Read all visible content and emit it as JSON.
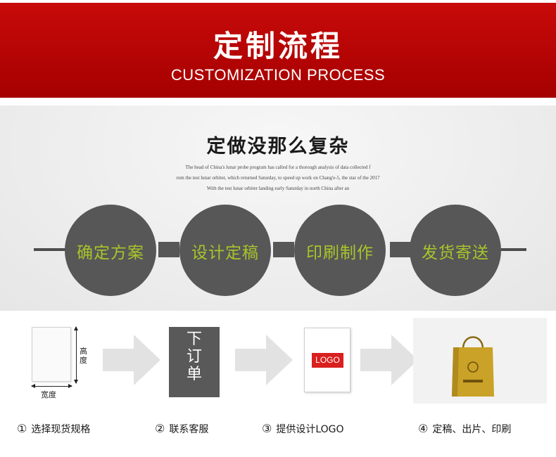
{
  "header": {
    "title": "定制流程",
    "subtitle": "CUSTOMIZATION PROCESS"
  },
  "intro": {
    "heading": "定做没那么复杂",
    "blurb_lines": [
      "The head of China's lunar probe program has called for a thorough analysis of data collected f",
      "rom the test lunar orbiter, which returned Saturday, to speed up work on Chang'e-5, the star of the 2017",
      "With the test lunar orbiter landing early Saturday in north China after an"
    ]
  },
  "circles": [
    {
      "label": "确定方案"
    },
    {
      "label": "设计定稿"
    },
    {
      "label": "印刷制作"
    },
    {
      "label": "发货寄送"
    }
  ],
  "flow": {
    "size_labels": {
      "height": "高度",
      "width": "宽度"
    },
    "order_text": "下订单",
    "logo_text": "LOGO",
    "steps": [
      {
        "num": "①",
        "text": "选择现货规格"
      },
      {
        "num": "②",
        "text": "联系客服"
      },
      {
        "num": "③",
        "text": "提供设计LOGO"
      },
      {
        "num": "④",
        "text": "定稿、出片、印刷"
      }
    ]
  },
  "colors": {
    "header_red": "#b80000",
    "circle_gray": "#575757",
    "label_green": "#a8c52a",
    "logo_red": "#d9201f",
    "bag_gold": "#c9a227"
  }
}
